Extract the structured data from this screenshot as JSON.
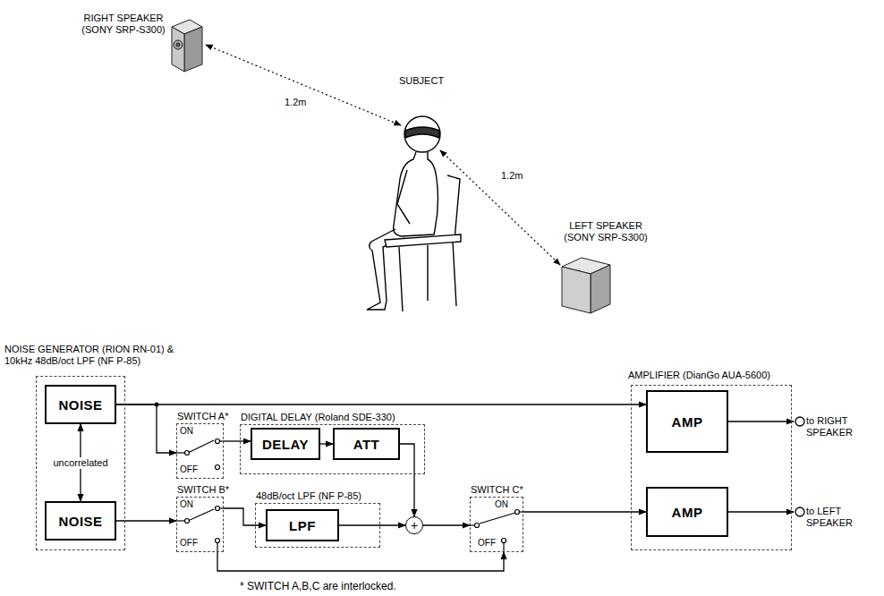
{
  "diagram": {
    "nodes": [
      {
        "text": [
          "NOISE GENERATOR (RION RN-01) & 10kHz 48dB/oct LPF (NF P-85)"
        ]
      },
      {
        "text": [
          "NOISE"
        ],
        "in": 0
      },
      {
        "text": [
          "NOISE"
        ],
        "in": 0
      },
      {
        "text": [
          "SWITCH A*",
          "ON",
          "OFF"
        ]
      },
      {
        "text": [
          "DIGITAL DELAY (Roland SDE-330)"
        ]
      },
      {
        "text": [
          "DELAY"
        ],
        "in": 4
      },
      {
        "text": [
          "ATT"
        ],
        "in": 4
      },
      {
        "text": [
          "SWITCH B*",
          "ON",
          "OFF"
        ]
      },
      {
        "text": [
          "48dB/oct LPF (NF P-85)"
        ]
      },
      {
        "text": [
          "LPF"
        ],
        "in": 8
      },
      {
        "text": [
          "+"
        ]
      },
      {
        "text": [
          "SWITCH C*",
          "ON",
          "OFF"
        ]
      },
      {
        "text": [
          "AMPLIFIER (DianGo AUA-5600)"
        ]
      },
      {
        "text": [
          "AMP"
        ],
        "in": 12
      },
      {
        "text": [
          "AMP"
        ],
        "in": 12
      }
    ],
    "edges": [
      {
        "from": 1,
        "to": 2,
        "arrow": "both",
        "label": "uncorrelated"
      },
      {
        "from": 1,
        "to": 13,
        "arrow": "to"
      },
      {
        "from": 1,
        "to": 3,
        "arrow": "to"
      },
      {
        "from": 3,
        "to": 5,
        "arrow": "to"
      },
      {
        "from": 5,
        "to": 6,
        "arrow": "to"
      },
      {
        "from": 6,
        "to": 10,
        "arrow": "to"
      },
      {
        "from": 2,
        "to": 7,
        "arrow": "to"
      },
      {
        "from": 7,
        "to": 9,
        "arrow": "to"
      },
      {
        "from": 9,
        "to": 10,
        "arrow": "to"
      },
      {
        "from": 10,
        "to": 11,
        "arrow": "to"
      },
      {
        "from": 7,
        "to": 11,
        "arrow": "to"
      },
      {
        "from": 11,
        "to": 14,
        "arrow": "to"
      }
    ],
    "labels": [
      "RIGHT SPEAKER (SONY SRP-S300)",
      "SUBJECT",
      "1.2m",
      "1.2m",
      "LEFT SPEAKER (SONY SRP-S300)",
      "to RIGHT SPEAKER",
      "to LEFT SPEAKER",
      "* SWITCH A,B,C are interlocked."
    ]
  }
}
